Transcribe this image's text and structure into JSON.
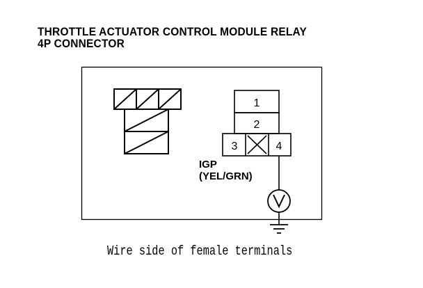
{
  "title": {
    "line1": "THROTTLE ACTUATOR CONTROL MODULE RELAY",
    "line2": "4P CONNECTOR"
  },
  "connector": {
    "pins": [
      {
        "number": "1",
        "wired": false
      },
      {
        "number": "2",
        "wired": false
      },
      {
        "number": "3",
        "wired": false
      },
      {
        "number": "4",
        "wired": true
      }
    ],
    "unused_terminal_mark": "cross"
  },
  "wire": {
    "terminal": "IGP",
    "color": "(YEL/GRN)"
  },
  "meter": {
    "type": "voltmeter",
    "symbol": "V"
  },
  "ground": {
    "symbol": "ground-icon"
  },
  "caption": "Wire side of female terminals",
  "colors": {
    "line": "#000000",
    "background": "#ffffff"
  }
}
